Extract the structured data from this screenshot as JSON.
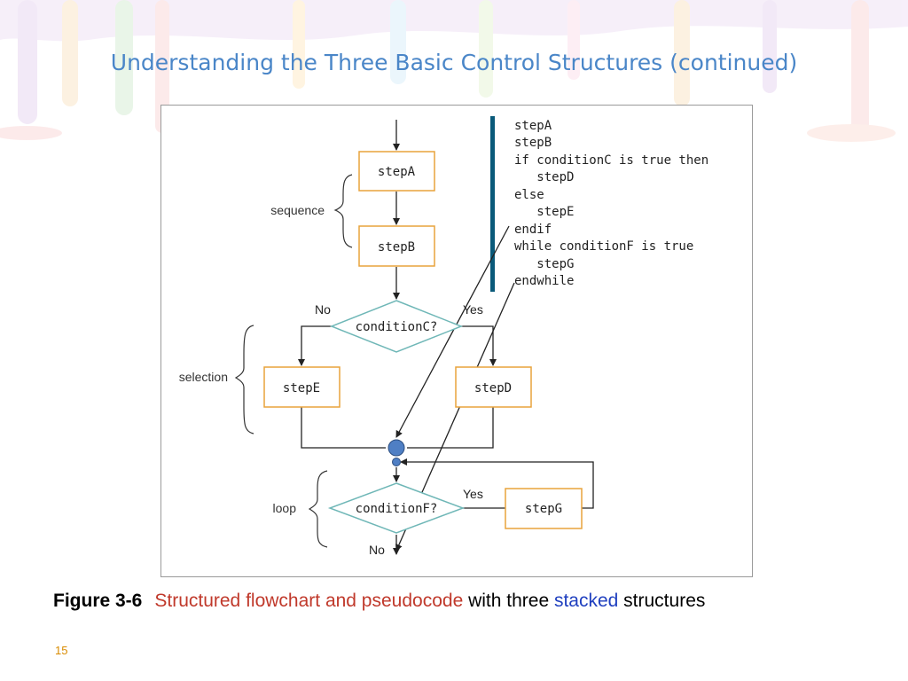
{
  "slide": {
    "title": "Understanding the Three Basic Control Structures (continued)",
    "number": "15"
  },
  "diagram": {
    "steps": {
      "a": "stepA",
      "b": "stepB",
      "d": "stepD",
      "e": "stepE",
      "g": "stepG"
    },
    "decisions": {
      "c": "conditionC?",
      "f": "conditionF?"
    },
    "edge_labels": {
      "no_c": "No",
      "yes_c": "Yes",
      "yes_f": "Yes",
      "no_f": "No"
    },
    "brackets": {
      "sequence": "sequence",
      "selection": "selection",
      "loop": "loop"
    },
    "pseudocode": [
      "stepA",
      "stepB",
      "if conditionC is true then",
      "   stepD",
      "else",
      "   stepE",
      "endif",
      "while conditionF is true",
      "   stepG",
      "endwhile"
    ]
  },
  "caption": {
    "label": "Figure 3-6",
    "part1": "Structured flowchart and pseudocode",
    "part2": " with three ",
    "part3": "stacked",
    "part4": " structures"
  },
  "colors": {
    "title": "#4a86c8",
    "step_border": "#e8a33c",
    "decision_border": "#6fb7b7",
    "code_bar": "#0a5a7a",
    "connector_fill": "#4f7fc4",
    "caption_red": "#c0392b",
    "caption_blue": "#1f3fbf"
  }
}
